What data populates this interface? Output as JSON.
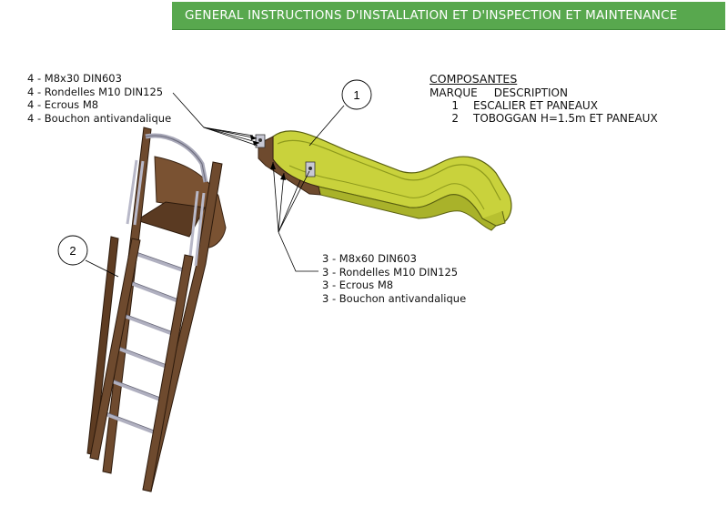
{
  "header": {
    "title": "GENERAL INSTRUCTIONS D'INSTALLATION ET D'INSPECTION ET MAINTENANCE",
    "background_color": "#58a84e"
  },
  "hardware_top": {
    "lines": [
      "4 - M8x30 DIN603",
      "4 - Rondelles M10 DIN125",
      "4 - Ecrous M8",
      "4 - Bouchon antivandalique"
    ]
  },
  "hardware_bottom": {
    "lines": [
      "3 - M8x60 DIN603",
      "3 - Rondelles M10 DIN125",
      "3 - Ecrous M8",
      "3 - Bouchon antivandalique"
    ]
  },
  "components": {
    "title": "COMPOSANTES",
    "col_mark": "MARQUE",
    "col_desc": "DESCRIPTION",
    "rows": [
      {
        "mark": "1",
        "desc": "ESCALIER ET PANEAUX"
      },
      {
        "mark": "2",
        "desc": "TOBOGGAN H=1.5m ET PANEAUX"
      }
    ]
  },
  "balloons": [
    {
      "label": "1"
    },
    {
      "label": "2"
    }
  ],
  "colors": {
    "slide": "#c9d23c",
    "slide_dark": "#8e9a1c",
    "wood": "#6e4a2e",
    "wood_dark": "#4a2f1b",
    "metal": "#b8b8c8"
  }
}
